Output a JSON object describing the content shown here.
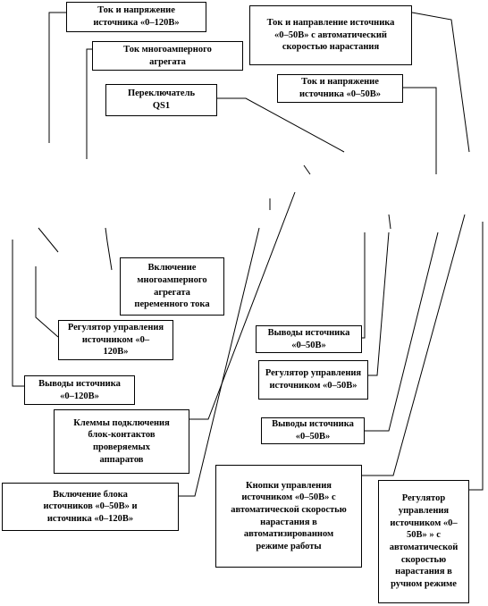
{
  "labels": {
    "source_120v_current_voltage": "Ток и напряжение\nисточника «0–120В»",
    "multi_ampere_current": "Ток многоамперного\nагрегата",
    "switch_qs1": "Переключатель\nQS1",
    "source_50v_auto_ramp": "Ток и направление источника\n«0–50В» с автоматический\nскоростью нарастания",
    "source_50v_current_voltage": "Ток и напряжение\nисточника «0–50В»",
    "multi_ampere_ac_on": "Включение\nмногоамперного\nагрегата\nпеременного тока",
    "regulator_120v": "Регулятор управления\nисточником «0–\n120В»",
    "outputs_120v": "Выводы источника\n«0–120В»",
    "block_contact_terminals": "Клеммы подключения\nблок-контактов\nпроверяемых\nаппаратов",
    "enable_block_50v_120v": "Включение блока\nисточников «0–50В» и\nисточника «0–120В»",
    "outputs_50v_upper": "Выводы источника\n«0–50В»",
    "regulator_50v": "Регулятор управления\nисточником «0–50В»",
    "outputs_50v_lower": "Выводы источника\n«0–50В»",
    "buttons_50v_auto": "Кнопки управления\nисточником «0–50В» с\nавтоматической скоростью\nнарастания в\nавтоматизированном\nрежиме работы",
    "regulator_50v_manual": "Регулятор\nуправления\nисточником «0–\n50В» » с\nавтоматической\nскоростью\nнарастания в\nручном режиме"
  }
}
